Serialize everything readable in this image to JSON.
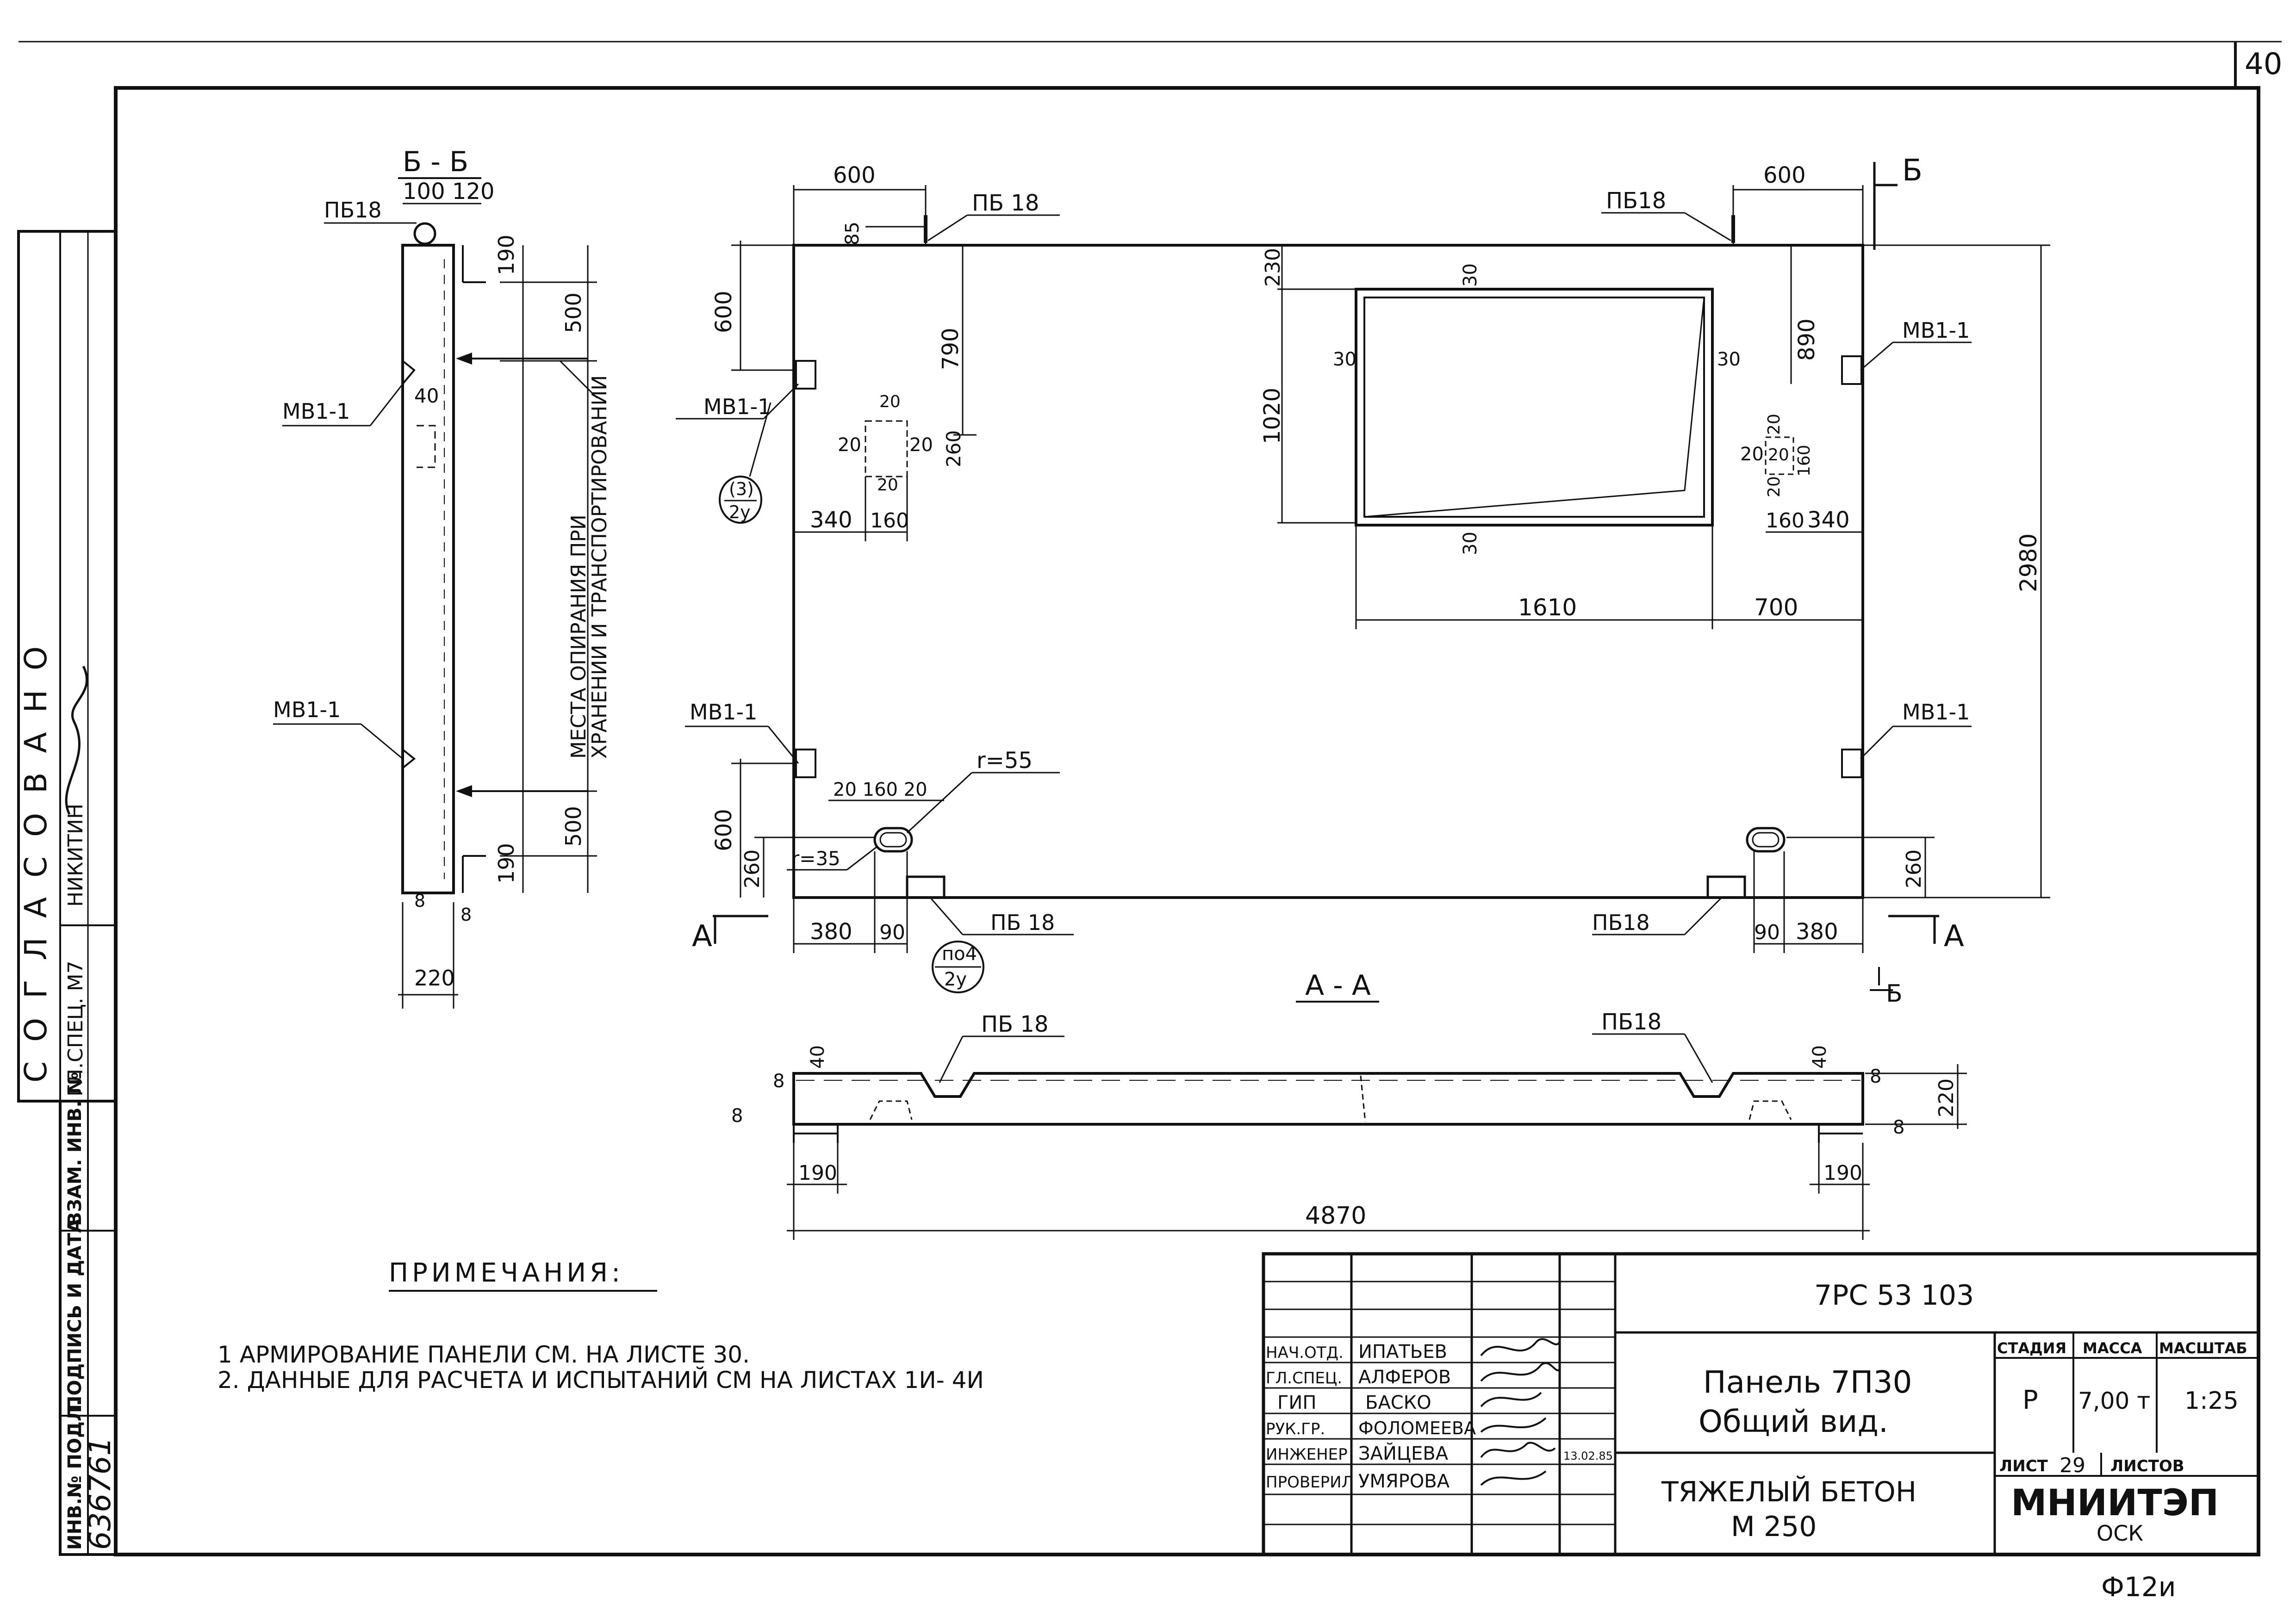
{
  "page_number": "40",
  "bottom_code": "Ф12и",
  "section_bb": {
    "title": "Б - Б",
    "dim_top": "100 120",
    "pb_label": "ПБ18",
    "mv_label": "МВ1-1",
    "mv_dim": "40",
    "dim_190": "190",
    "dim_500": "500",
    "dim_8": "8",
    "dim_220": "220",
    "support_note_1": "МЕСТА ОПИРАНИЯ ПРИ",
    "support_note_2": "ХРАНЕНИИ И ТРАНСПОРТИРОВАНИИ"
  },
  "plan": {
    "top_600_left": "600",
    "top_600_right": "600",
    "pb_label": "ПБ 18",
    "pb_label_b": "ПБ18",
    "dim_85": "85",
    "dim_600_v": "600",
    "dim_790": "790",
    "mv_label": "МВ1-1",
    "circle_top": "(3)",
    "circle_bot": "2у",
    "dim_20": "20",
    "dim_260": "260",
    "dim_340": "340",
    "dim_160": "160",
    "dim_230": "230",
    "dim_30": "30",
    "dim_1020": "1020",
    "dim_890": "890",
    "dim_1610": "1610",
    "dim_700": "700",
    "dim_2980": "2980",
    "dim_20160_20": "20 160 20",
    "r55": "r=55",
    "r35": "r=35",
    "dim_380": "380",
    "dim_90": "90",
    "pos_top": "по4",
    "pos_bot": "2у",
    "cut_a": "А",
    "cut_b": "Б"
  },
  "section_aa": {
    "title": "А - А",
    "pb_label": "ПБ 18",
    "pb_label_b": "ПБ18",
    "dim_40": "40",
    "dim_8": "8",
    "dim_220": "220",
    "dim_190": "190",
    "dim_4870": "4870"
  },
  "notes": {
    "title": "ПРИМЕЧАНИЯ:",
    "line1": "1  АРМИРОВАНИЕ   ПАНЕЛИ   СМ. НА  ЛИСТЕ  30.",
    "line2": "2.  ДАННЫЕ  ДЛЯ  РАСЧЕТА  И  ИСПЫТАНИЙ  СМ  НА ЛИСТАХ  1И- 4И"
  },
  "left_strip": {
    "agreed": "СОГЛАСОВАНО",
    "spec": "ГЛ.СПЕЦ. М7",
    "name": "НИКИТИН",
    "inv_podl": "ИНВ.№ ПОДЛ.",
    "sign_date": "ПОДПИСЬ И ДАТА",
    "vzam": "ВЗАМ. ИНВ. №",
    "inv_number": "636761"
  },
  "title_block": {
    "doc_code": "7РС 53 103",
    "title_line1": "Панель 7П30",
    "title_line2": "Общий  вид.",
    "material_line1": "ТЯЖЕЛЫЙ  БЕТОН",
    "material_line2": "М 250",
    "stage_label": "СТАДИЯ",
    "mass_label": "МАССА",
    "scale_label": "МАСШТАБ",
    "stage": "Р",
    "mass": "7,00 т",
    "scale": "1:25",
    "sheet_label": "ЛИСТ",
    "sheet_number": "29",
    "sheets_label": "ЛИСТОВ",
    "org": "МНИИТЭП",
    "org_sub": "ОСК",
    "date": "13.02.85",
    "roles": [
      {
        "role": "НАЧ.ОТД.",
        "name": "ИПАТЬЕВ"
      },
      {
        "role": "ГЛ.СПЕЦ.",
        "name": "АЛФЕРОВ"
      },
      {
        "role": "ГИП",
        "name": "БАСКО"
      },
      {
        "role": "РУК.ГР.",
        "name": "ФОЛОМЕЕВА"
      },
      {
        "role": "ИНЖЕНЕР",
        "name": "ЗАЙЦЕВА"
      },
      {
        "role": "ПРОВЕРИЛ",
        "name": "УМЯРОВА"
      }
    ]
  }
}
